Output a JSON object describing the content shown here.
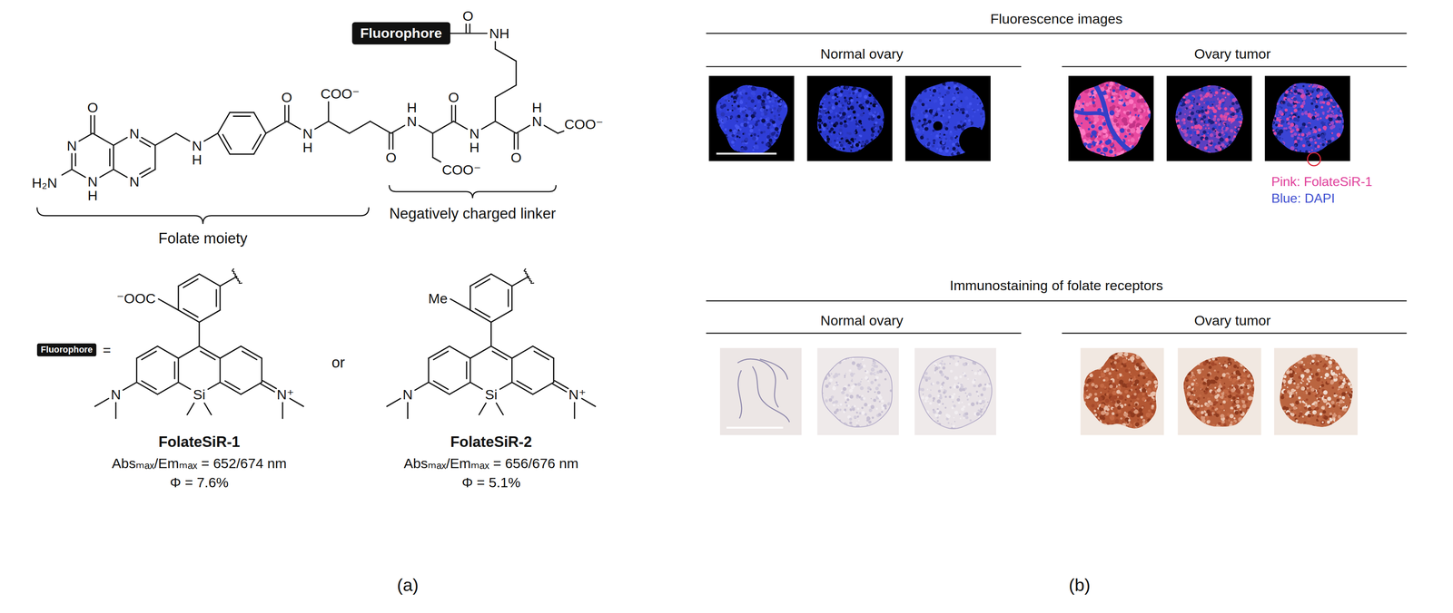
{
  "diagram": {
    "nodes": [
      {
        "text": [
          "Fluorophore"
        ]
      },
      {
        "text": [
          "Fluorophore"
        ]
      }
    ],
    "labels": [
      "O",
      "N",
      "H₂N",
      "N",
      "H",
      "N",
      "N",
      "N",
      "H",
      "O",
      "N",
      "H",
      "COO⁻",
      "O",
      "N",
      "H",
      "O",
      "COO⁻",
      "N",
      "H",
      "NH",
      "O",
      "O",
      "N",
      "H",
      "COO⁻",
      "Negatively charged linker",
      "Folate moiety",
      "=",
      "⁻OOC",
      "Si",
      "N",
      "N⁺",
      "or",
      "Me",
      "Si",
      "N",
      "N⁺",
      "FolateSiR-1",
      "Absₘₐₓ/Emₘₐₓ = 652/674 nm",
      "Φ = 7.6%",
      "FolateSiR-2",
      "Absₘₐₓ/Emₘₐₓ = 656/676 nm",
      "Φ = 5.1%",
      "Fluorescence images",
      "Normal ovary",
      "Ovary tumor",
      "Pink: FolateSiR-1",
      "Blue: DAPI",
      "Immunostaining of folate receptors",
      "Normal ovary",
      "Ovary tumor",
      "(a)",
      "(b)"
    ]
  }
}
